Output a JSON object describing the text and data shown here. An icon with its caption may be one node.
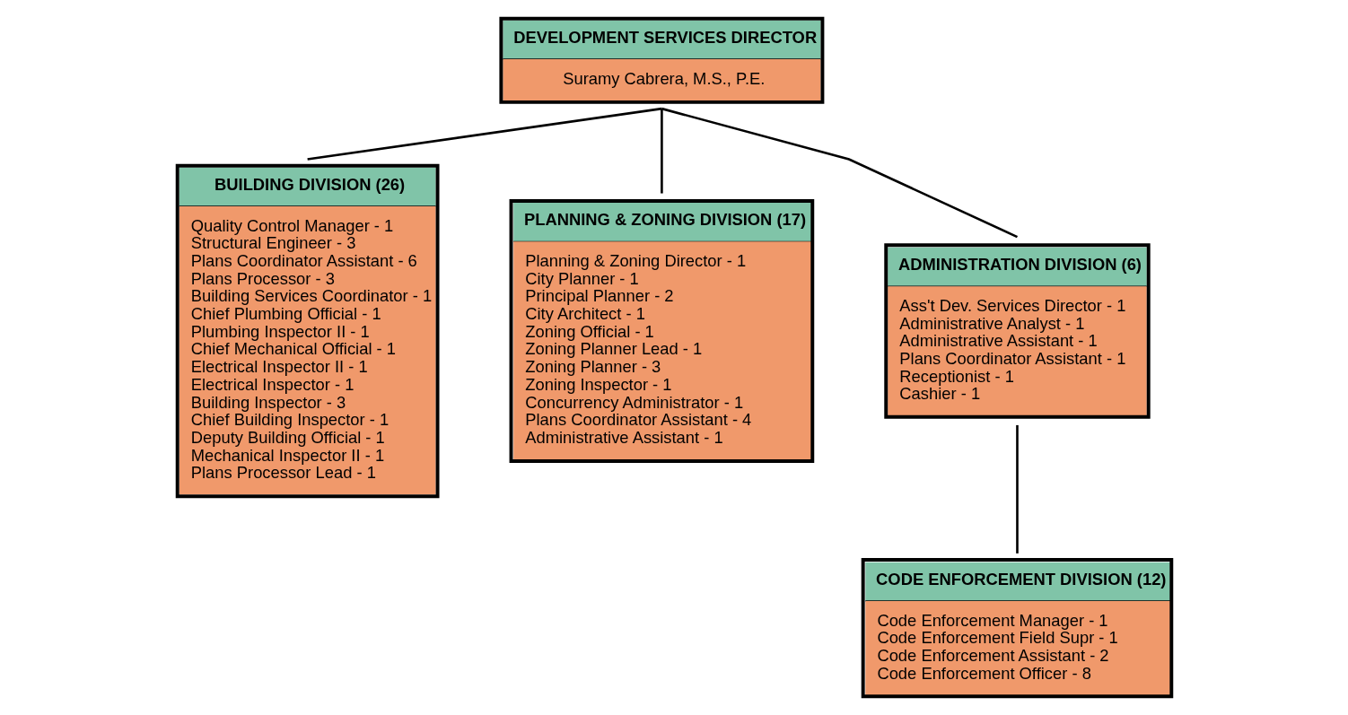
{
  "diagram": {
    "nodes": [
      {
        "text": [
          "DEVELOPMENT SERVICES DIRECTOR",
          "Suramy Cabrera, M.S., P.E."
        ]
      },
      {
        "text": [
          "BUILDING DIVISION (26)",
          "Quality Control Manager - 1",
          "Structural Engineer - 3",
          "Plans Coordinator Assistant - 6",
          "Plans Processor - 3",
          "Building Services Coordinator - 1",
          "Chief Plumbing Official - 1",
          "Plumbing Inspector II - 1",
          "Chief Mechanical Official - 1",
          "Electrical Inspector II - 1",
          "Electrical Inspector - 1",
          "Building Inspector - 3",
          "Chief Building Inspector - 1",
          "Deputy Building Official - 1",
          "Mechanical Inspector II - 1",
          "Plans Processor Lead - 1"
        ]
      },
      {
        "text": [
          "PLANNING & ZONING DIVISION (17)",
          "Planning & Zoning Director - 1",
          "City Planner - 1",
          "Principal Planner - 2",
          "City Architect - 1",
          "Zoning Official - 1",
          "Zoning Planner Lead - 1",
          "Zoning Planner - 3",
          "Zoning Inspector - 1",
          "Concurrency Administrator - 1",
          "Plans Coordinator Assistant - 4",
          "Administrative Assistant - 1"
        ]
      },
      {
        "text": [
          "ADMINISTRATION DIVISION (6)",
          "Ass't Dev. Services Director - 1",
          "Administrative Analyst - 1",
          "Administrative Assistant - 1",
          "Plans Coordinator Assistant - 1",
          "Receptionist - 1",
          "Cashier - 1"
        ]
      },
      {
        "text": [
          "CODE ENFORCEMENT DIVISION (12)",
          "Code Enforcement Manager - 1",
          "Code Enforcement Field Supr - 1",
          "Code Enforcement Assistant - 2",
          "Code Enforcement Officer - 8"
        ]
      }
    ],
    "edges": [
      {
        "from": 0,
        "to": 1,
        "arrow": "none"
      },
      {
        "from": 0,
        "to": 2,
        "arrow": "none"
      },
      {
        "from": 0,
        "to": 3,
        "arrow": "none"
      },
      {
        "from": 3,
        "to": 4,
        "arrow": "none"
      }
    ]
  }
}
